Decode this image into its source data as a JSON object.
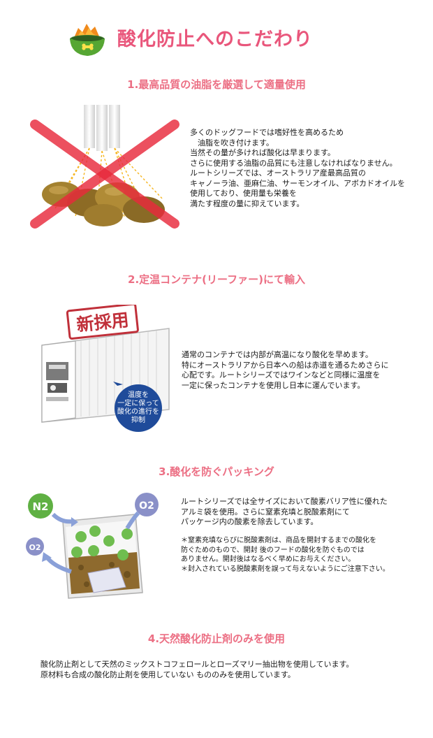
{
  "header": {
    "title": "酸化防止へのこだわり",
    "icon": "dog-food-bowl-icon",
    "colors": {
      "title": "#e9567b",
      "section_heading": "#ec6f84"
    }
  },
  "sections": [
    {
      "heading": "1.最高品質の油脂を厳選して適量使用",
      "image_icon": "crossed-out-oil-spray-icon",
      "lines": [
        "多くのドッグフードでは嗜好性を高めるため",
        "　油脂を吹き付けます。",
        "当然その量が多ければ酸化は早まります。",
        "さらに使用する油脂の品質にも注意しなければなりません。",
        "ルートシリーズでは、オーストラリア産最高品質の",
        "キャノーラ油、亜麻仁油、サーモンオイル、アボカドオイルを",
        "使用しており、使用量も栄養を",
        "満たす程度の量に抑えています。"
      ]
    },
    {
      "heading": "2.定温コンテナ(リーファー)にて輸入",
      "image_icon": "reefer-container-icon",
      "stamp": "新採用",
      "badge_lines": [
        "温度を",
        "一定に保って",
        "酸化の進行を",
        "抑制"
      ],
      "lines": [
        "通常のコンテナでは内部が高温になり酸化を早めます。",
        "特にオーストラリアから日本への船は赤道を通るためさらに",
        "心配です。ルートシリーズではワインなどと同様に温度を",
        "一定に保ったコンテナを使用し日本に運んでいます。"
      ]
    },
    {
      "heading": "3.酸化を防ぐパッキング",
      "image_icon": "nitrogen-packed-bag-icon",
      "bubble_labels": {
        "nitrogen": "N2",
        "oxygen": "O2"
      },
      "lines": [
        "ルートシリーズでは全サイズにおいて酸素バリア性に優れた",
        "アルミ袋を使用。さらに窒素充填と脱酸素剤にて",
        "パッケージ内の酸素を除去しています。"
      ],
      "notes": [
        "＊窒素充填ならびに脱酸素剤は、商品を開封するまでの酸化を",
        "防ぐためのもので、開封 後のフードの酸化を防ぐものでは",
        "ありません。開封後はなるべく早めにお与えください。",
        "＊封入されている脱酸素剤を誤って与えないようにご注意下さい。"
      ]
    },
    {
      "heading": "4.天然酸化防止剤のみを使用",
      "lines": [
        "酸化防止剤として天然のミックストコフェロールとローズマリー抽出物を使用しています。",
        "原材料も合成の酸化防止剤を使用していない もののみを使用しています。"
      ]
    }
  ]
}
